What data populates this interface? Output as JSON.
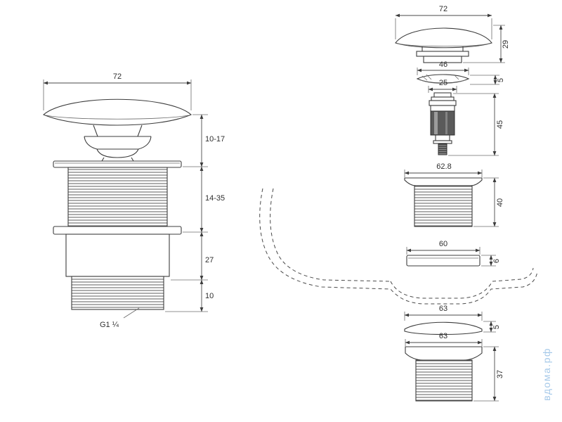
{
  "watermark": "вдома.рф",
  "assembled": {
    "top_width": "72",
    "seg_cap": "10-17",
    "seg_thread": "14-35",
    "seg_body": "27",
    "seg_tail": "10",
    "thread_spec": "G1 ¼"
  },
  "exploded": {
    "cap_w": "72",
    "cap_h": "29",
    "ring_w": "46",
    "ring_h": "5",
    "valve_w": "25",
    "valve_h": "45",
    "body_w": "62.8",
    "body_h": "40",
    "washer_w": "60",
    "washer_h": "6",
    "gasket_w": "63",
    "gasket_h": "5",
    "nut_w": "63",
    "nut_h": "37"
  }
}
